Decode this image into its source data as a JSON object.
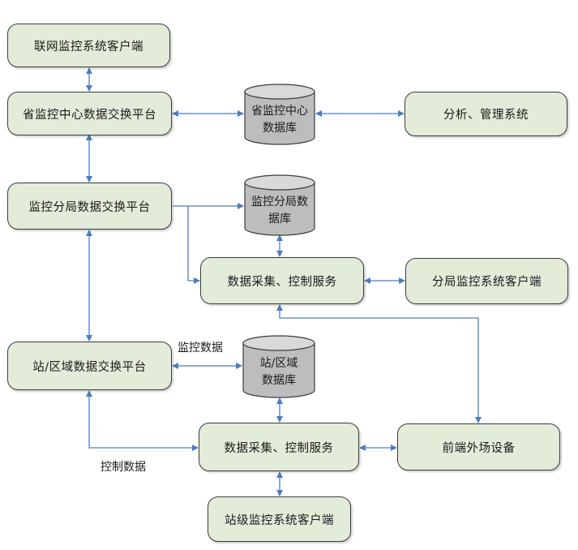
{
  "colors": {
    "box_fill": "#e3ebd9",
    "database_fill": "#bdbdbd",
    "arrow": "#4a7dc0",
    "border": "#3c3c3c"
  },
  "nodes": {
    "client_network": "联网监控系统客户端",
    "provincial_exchange": "省监控中心数据交换平台",
    "provincial_db_line1": "省监控中心",
    "provincial_db_line2": "数据库",
    "analysis_system": "分析、管理系统",
    "branch_exchange": "监控分局数据交换平台",
    "branch_db_line1": "监控分局数",
    "branch_db_line2": "据库",
    "branch_collect": "数据采集、控制服务",
    "branch_client": "分局监控系统客户端",
    "station_exchange": "站/区域数据交换平台",
    "station_db_line1": "站/区域",
    "station_db_line2": "数据库",
    "station_collect": "数据采集、控制服务",
    "field_devices": "前端外场设备",
    "station_client": "站级监控系统客户端"
  },
  "labels": {
    "monitor_data": "监控数据",
    "control_data": "控制数据"
  }
}
